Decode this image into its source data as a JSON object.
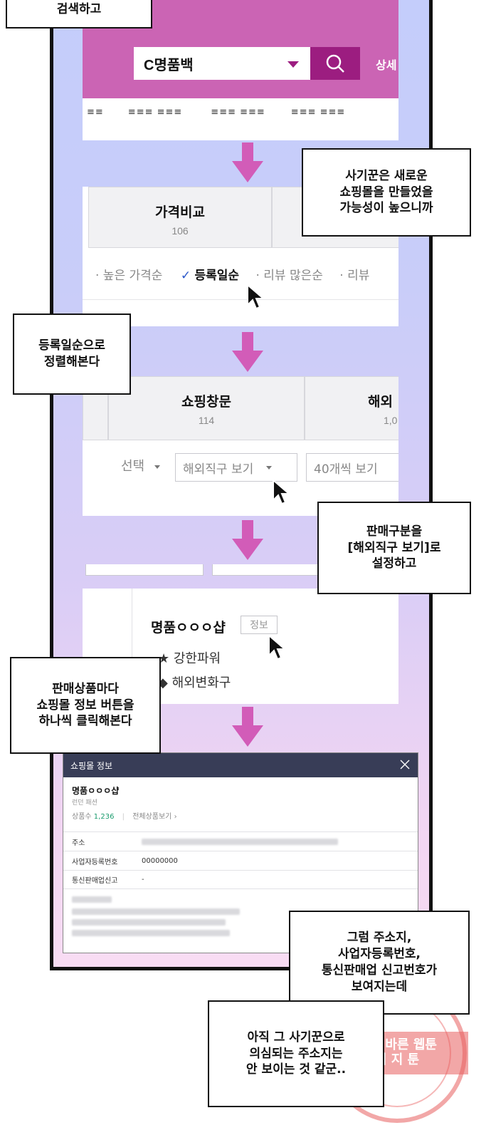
{
  "captions": {
    "c0": "검색하고",
    "c1": "사기꾼은 새로운\n쇼핑몰을 만들었을\n가능성이 높으니까",
    "c2": "등록일순으로\n정렬해본다",
    "c3": "판매구분을\n[해외직구 보기]로\n설정하고",
    "c4": "판매상품마다\n쇼핑몰 정보 버튼을\n하나씩 클릭해본다",
    "c5": "그럼 주소지,\n사업자등록번호,\n통신판매업 신고번호가\n보여지는데",
    "c6": "아직 그 사기꾼으로\n의심되는 주소지는\n안 보이는 것 같군.."
  },
  "search": {
    "query": "C명품백",
    "detail_link": "상세",
    "nav": [
      "≡≡",
      "≡≡≡ ≡≡≡",
      "≡≡≡ ≡≡≡",
      "≡≡≡ ≡≡≡"
    ]
  },
  "sort": {
    "tab_title": "가격비교",
    "tab_count": "106",
    "options": [
      "· 높은 가격순",
      "등록일순",
      "· 리뷰 많은순",
      "· 리뷰"
    ],
    "check": "✓"
  },
  "filter": {
    "tab_title": "쇼핑창문",
    "tab_count": "114",
    "tab2_title": "해외",
    "tab2_count": "1,0",
    "select_label": "선택",
    "overseas": "해외직구 보기",
    "per_page": "40개씩 보기"
  },
  "shop": {
    "name": "명품ㅇㅇㅇ샵",
    "info_button": "정보",
    "badge1": "★ 강한파워",
    "badge2": "◆ 해외변화구"
  },
  "modal": {
    "title": "쇼핑몰 정보",
    "shop_name": "명품ㅇㅇㅇ샵",
    "category": "런던 패션",
    "product_count_label": "상품수",
    "product_count": "1,236",
    "all_products": "전체상품보기 ›",
    "rows": [
      {
        "k": "주소",
        "v": ""
      },
      {
        "k": "사업자등록번호",
        "v": "00000000"
      },
      {
        "k": "통신판매업신고",
        "v": "-"
      }
    ]
  },
  "stamp": {
    "line1": "가장 바른 웹툰",
    "line2": "이 지 툰"
  },
  "colors": {
    "header_purple": "#cb64b4",
    "search_button": "#9c1d80",
    "arrow": "#d25cb8",
    "modal_header": "#383d57"
  }
}
